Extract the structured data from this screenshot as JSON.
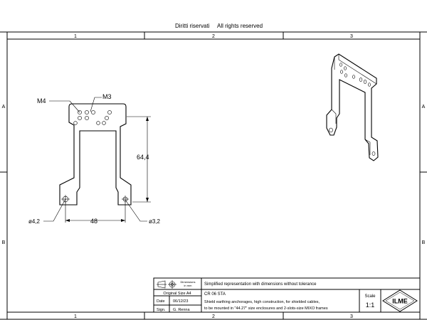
{
  "header": {
    "rights_it": "Diritti riservati",
    "rights_en": "All rights reserved"
  },
  "grid": {
    "top_columns": [
      "1",
      "2",
      "3"
    ],
    "bottom_columns": [
      "1",
      "2",
      "3"
    ],
    "left_rows": [
      "A",
      "B"
    ],
    "right_rows": [
      "A",
      "B"
    ]
  },
  "drawing": {
    "callouts": {
      "m4": "M4",
      "m3": "M3",
      "hole_left": "ø4,2",
      "hole_right": "ø3,2"
    },
    "dimensions": {
      "height": "64,4",
      "width": "48"
    }
  },
  "title_block": {
    "dimensions_note_line1": "Dimensions",
    "dimensions_note_line2": "in mm",
    "description": "Simplified representation with dimensions without tolerance",
    "original_size": "Original Size A4",
    "date_label": "Date",
    "date_value": "06/12/23",
    "sign_label": "Sign.",
    "sign_value": "G. Renna",
    "code": "CR 06 STA",
    "text_line1": "Shield earthing anchorages, high construction, for shielded cables,",
    "text_line2": "to be mounted in \"44.27\" size enclosures and 2-slots-size MIXO frames",
    "scale_label": "Scale",
    "scale_value": "1:1",
    "logo_text": "ILME"
  }
}
